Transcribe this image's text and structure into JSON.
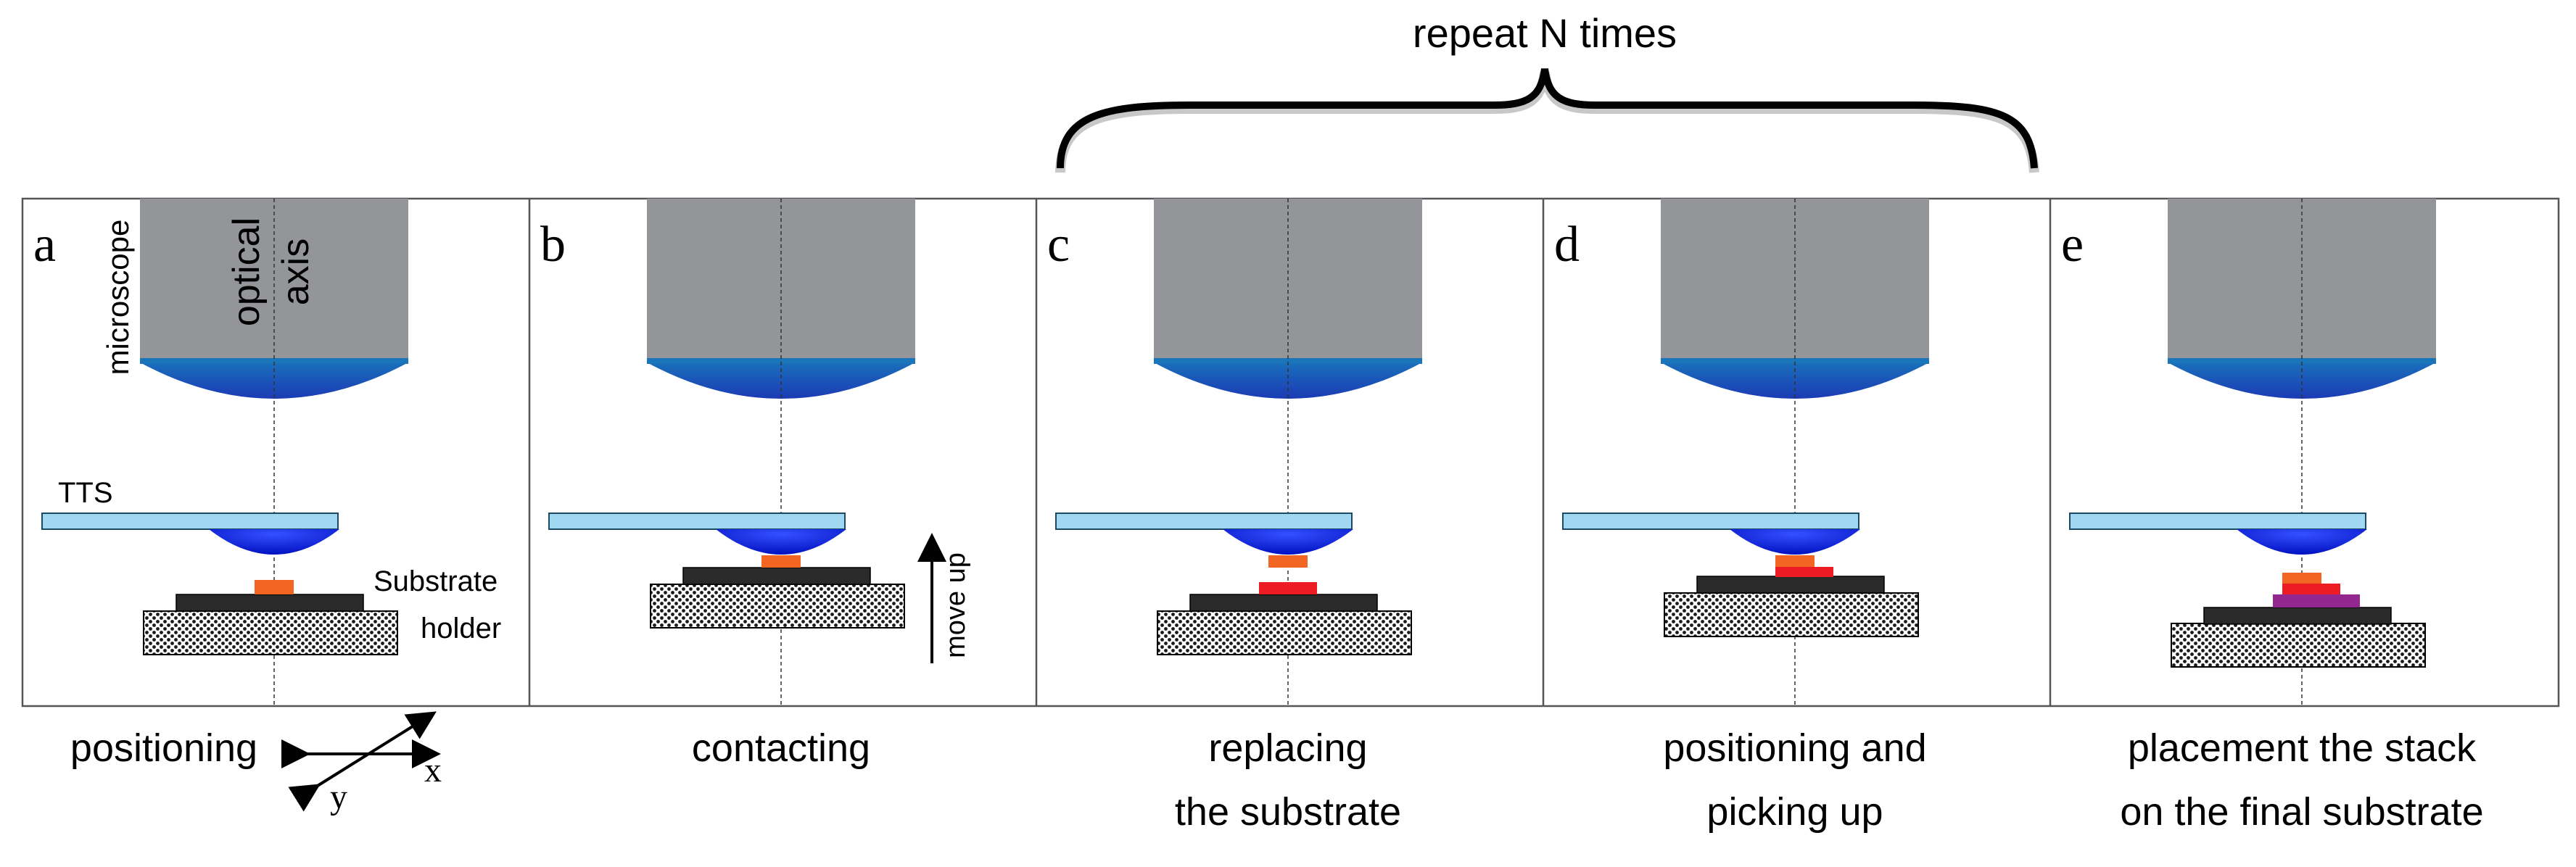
{
  "header": {
    "repeat_label": "repeat N times"
  },
  "panels": [
    {
      "letter": "a",
      "caption": [
        "positioning"
      ]
    },
    {
      "letter": "b",
      "caption": [
        "contacting"
      ]
    },
    {
      "letter": "c",
      "caption": [
        "replacing",
        "the substrate"
      ]
    },
    {
      "letter": "d",
      "caption": [
        "positioning and",
        "picking up"
      ]
    },
    {
      "letter": "e",
      "caption": [
        "placement the stack",
        "on the final substrate"
      ]
    }
  ],
  "labels": {
    "microscope": "microscope",
    "optical": "optical",
    "axis": "axis",
    "tts": "TTS",
    "substrate": "Substrate",
    "holder": "holder",
    "move_up": "move up",
    "axis_x": "x",
    "axis_y": "y"
  },
  "colors": {
    "objective_body": "#939598",
    "lens_top": "#1a75bb",
    "lens_bottom": "#1b3bb5",
    "tts_slide": "#9fd8f0",
    "pdms_dome": "#1020e0",
    "substrate": "#2a2a2a",
    "holder_fill": "#d9d9d9",
    "flake_orange": "#f26522",
    "flake_red": "#ed1c24",
    "flake_purple": "#92278f"
  }
}
